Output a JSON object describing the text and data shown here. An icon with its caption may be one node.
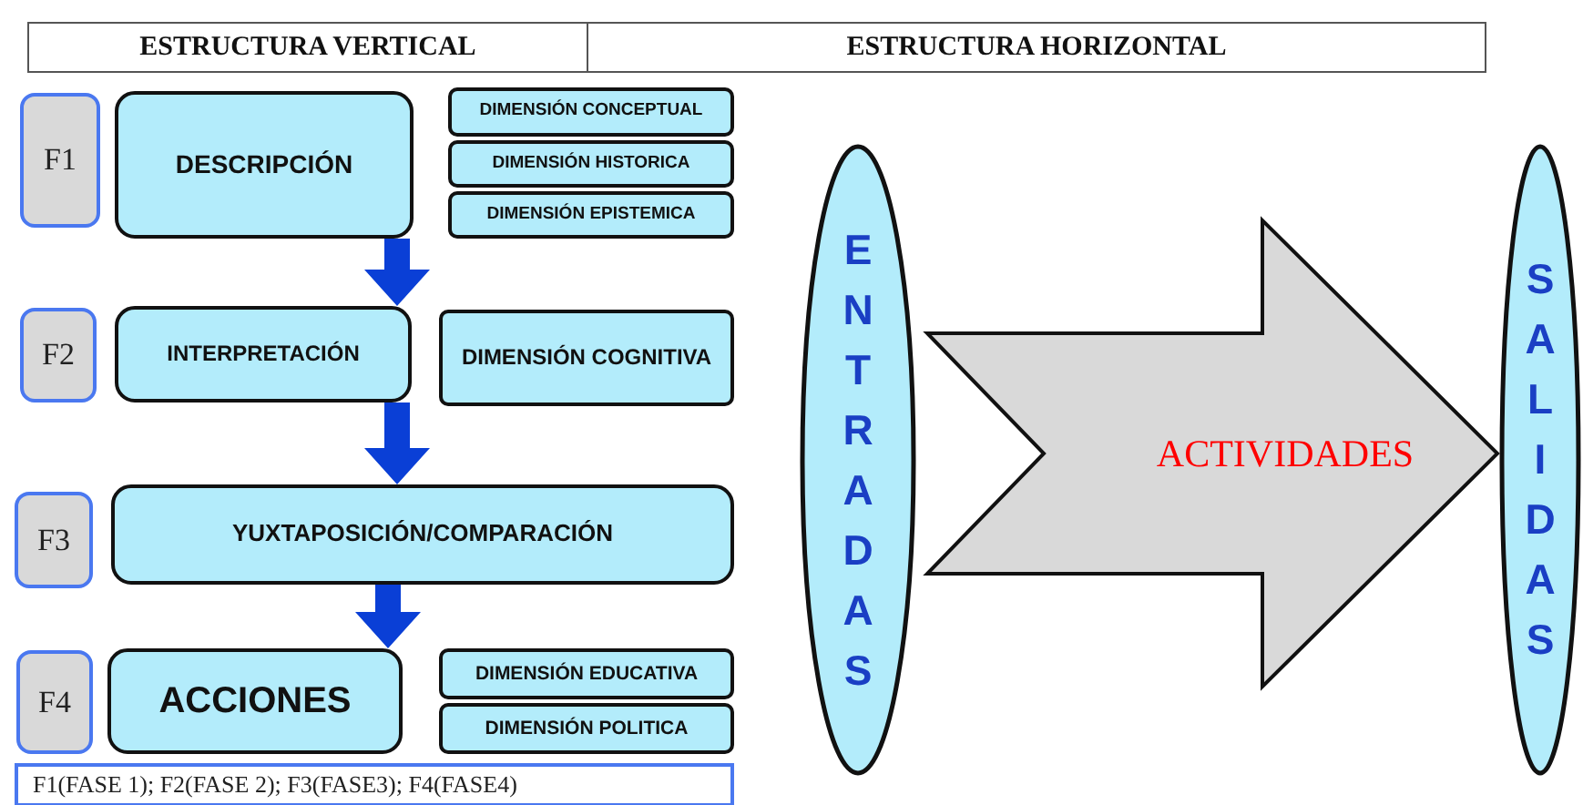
{
  "diagram": {
    "nodes": [
      {
        "text": [
          "ESTRUCTURA VERTICAL"
        ]
      },
      {
        "text": [
          "ESTRUCTURA HORIZONTAL"
        ]
      },
      {
        "text": [
          "F1"
        ]
      },
      {
        "text": [
          "DESCRIPCIÓN"
        ]
      },
      {
        "text": [
          "DIMENSIÓN CONCEPTUAL"
        ]
      },
      {
        "text": [
          "DIMENSIÓN HISTORICA"
        ]
      },
      {
        "text": [
          "DIMENSIÓN EPISTEMICA"
        ]
      },
      {
        "text": [
          "F2"
        ]
      },
      {
        "text": [
          "INTERPRETACIÓN"
        ]
      },
      {
        "text": [
          "DIMENSIÓN COGNITIVA"
        ]
      },
      {
        "text": [
          "F3"
        ]
      },
      {
        "text": [
          "YUXTAPOSICIÓN/COMPARACIÓN"
        ]
      },
      {
        "text": [
          "F4"
        ]
      },
      {
        "text": [
          "ACCIONES"
        ]
      },
      {
        "text": [
          "DIMENSIÓN EDUCATIVA"
        ]
      },
      {
        "text": [
          "DIMENSIÓN POLITICA"
        ]
      },
      {
        "text": [
          "F1(FASE 1); F2(FASE 2); F3(FASE3); F4(FASE4)"
        ]
      },
      {
        "text": [
          "ENTRADAS"
        ]
      },
      {
        "text": [
          "ACTIVIDADES"
        ]
      },
      {
        "text": [
          "SALIDAS"
        ]
      }
    ],
    "edges": [
      {
        "from": 3,
        "to": 8,
        "arrow": "to",
        "style": "thick"
      },
      {
        "from": 8,
        "to": 11,
        "arrow": "to",
        "style": "thick"
      },
      {
        "from": 11,
        "to": 13,
        "arrow": "to",
        "style": "thick"
      }
    ]
  }
}
